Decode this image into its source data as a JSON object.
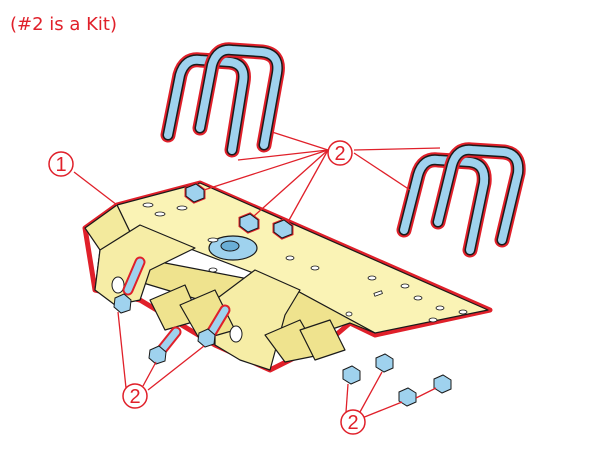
{
  "header": {
    "note": "(#2 is a Kit)"
  },
  "callouts": [
    {
      "id": "c1",
      "label": "1"
    },
    {
      "id": "c2-top",
      "label": "2"
    },
    {
      "id": "c2-bolts",
      "label": "2"
    },
    {
      "id": "c2-nuts",
      "label": "2"
    }
  ],
  "colors": {
    "outline": "#e0202a",
    "plate_fill": "#faf3b5",
    "hardware_fill": "#9fd2ee",
    "stroke_dark": "#1a1a1a"
  }
}
